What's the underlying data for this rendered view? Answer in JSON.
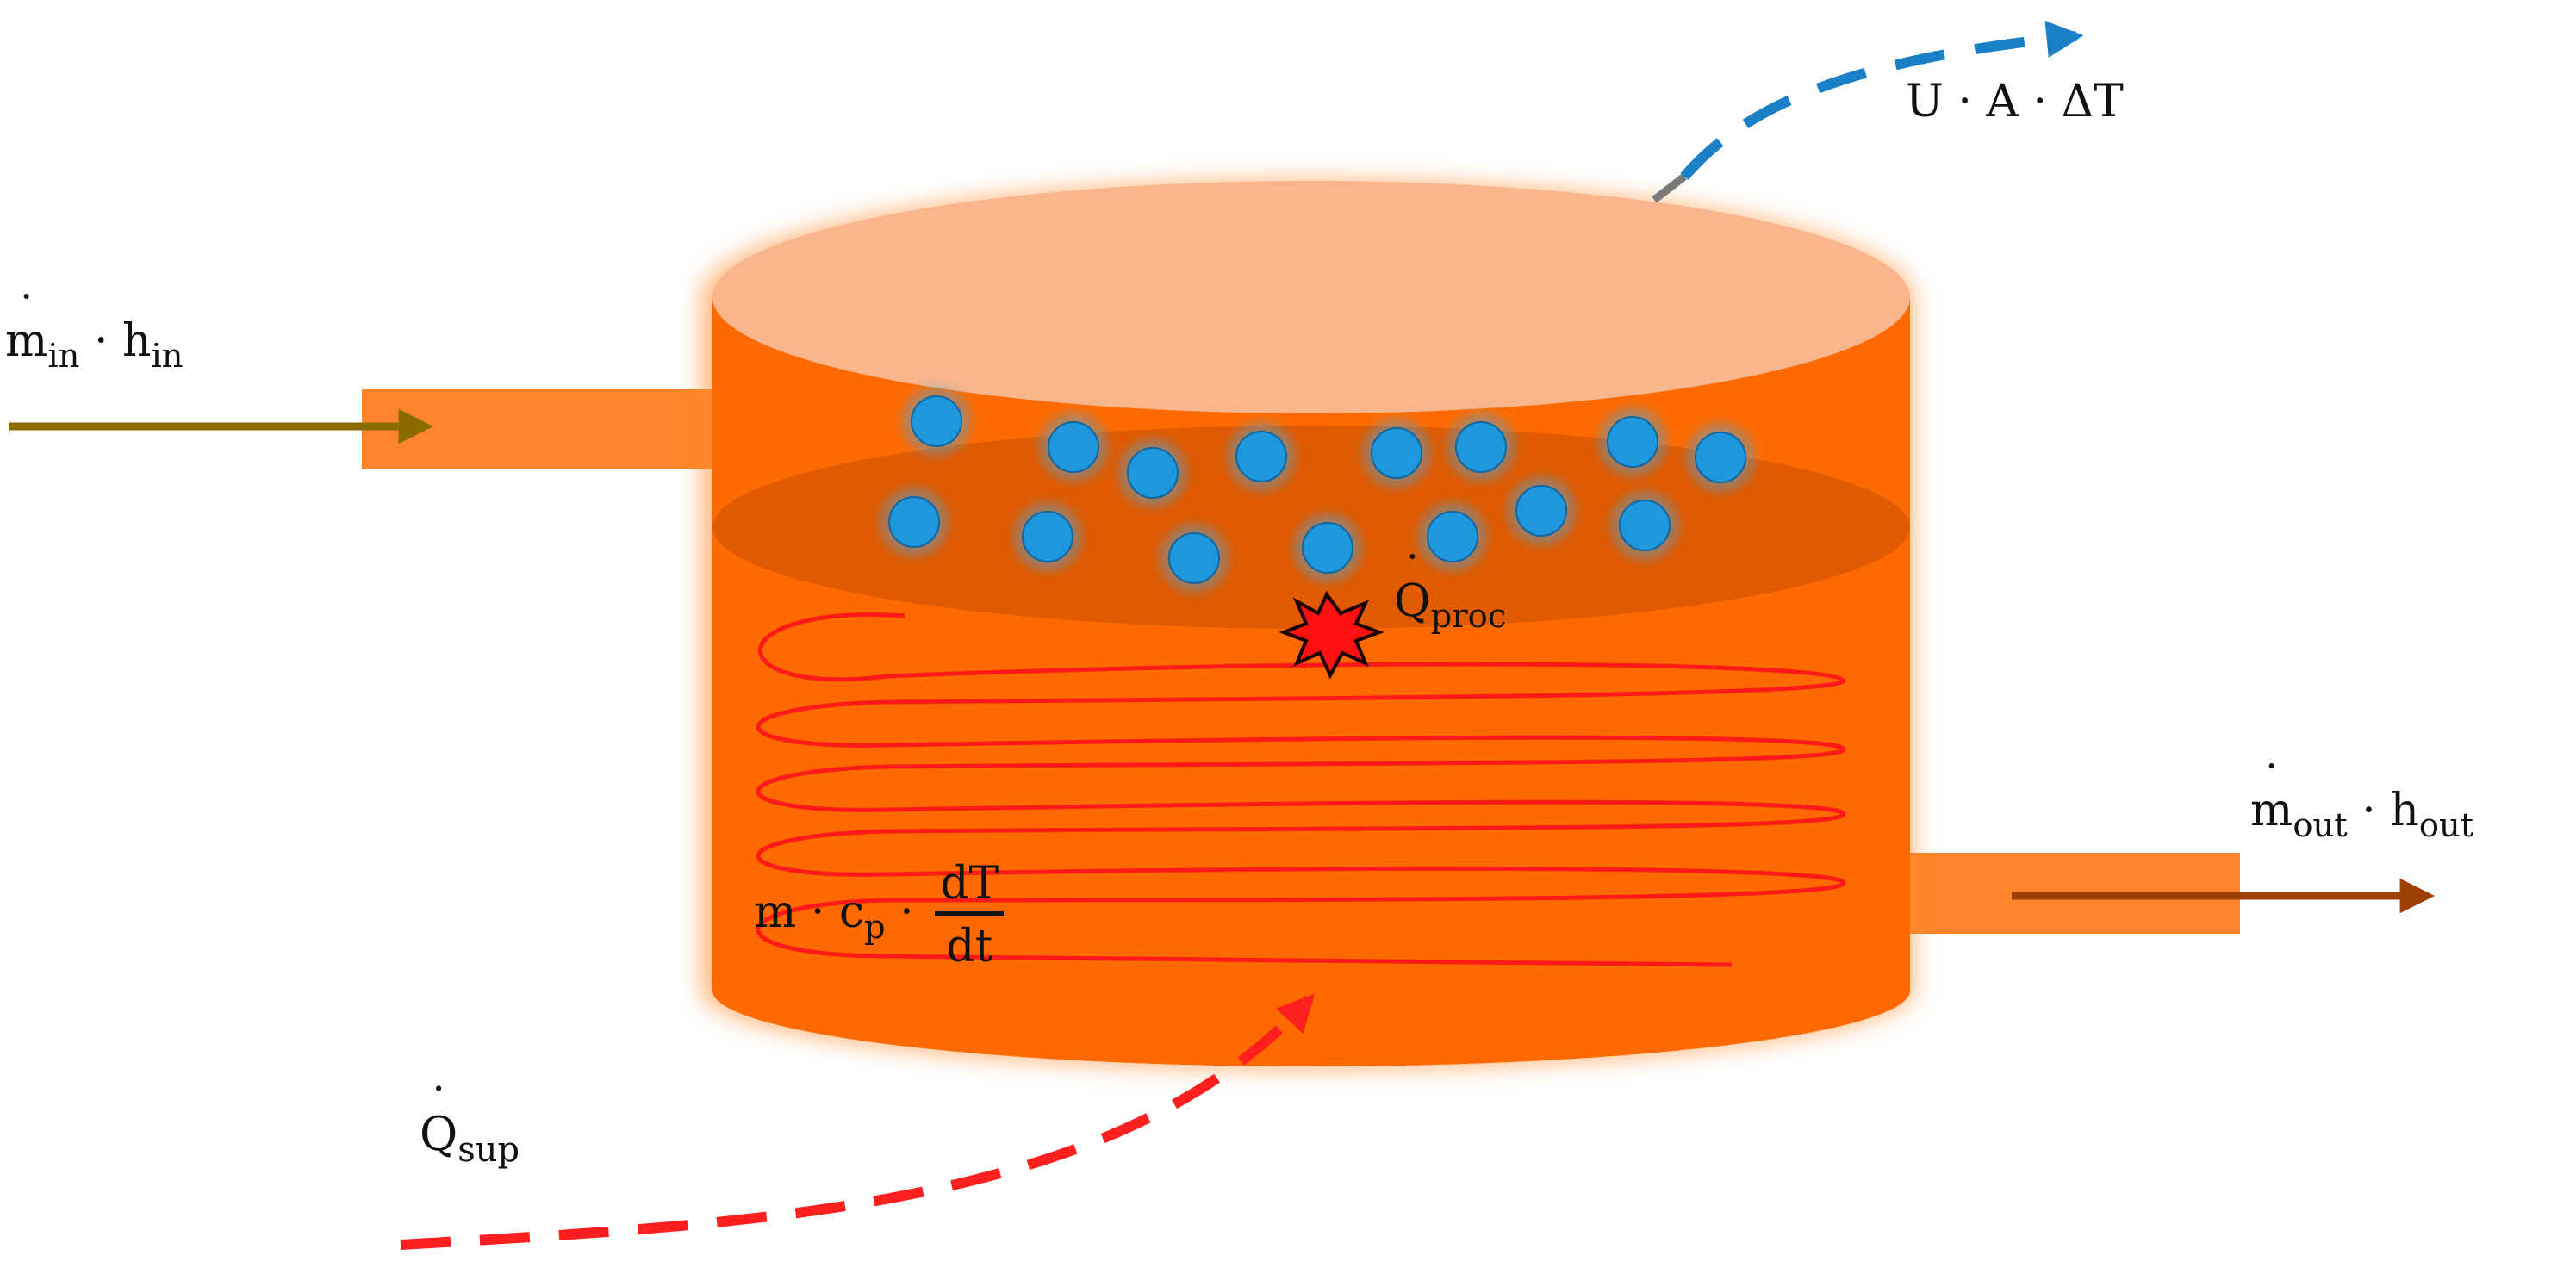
{
  "labels": {
    "mass_in": {
      "symbol": "m",
      "sub": "in",
      "op": "·",
      "symbol2": "h",
      "sub2": "in"
    },
    "mass_out": {
      "symbol": "m",
      "sub": "out",
      "op": "·",
      "symbol2": "h",
      "sub2": "out"
    },
    "heat_loss": "U · A · ΔT",
    "q_proc": {
      "symbol": "Q",
      "sub": "proc"
    },
    "q_sup": {
      "symbol": "Q",
      "sub": "sup"
    },
    "storage": {
      "m": "m",
      "op1": "·",
      "c": "c",
      "c_sub": "p",
      "op2": "·",
      "num": "dT",
      "den": "dt"
    }
  },
  "colors": {
    "tank_body": "#ff6a00",
    "tank_lid": "#f9b58b",
    "liquid_surface": "#e05a00",
    "bubble": "#1f97dc",
    "coil": "#ff1a1a",
    "inlet_arrow": "#8b6a00",
    "outlet_arrow": "#a04000",
    "heat_loss_arrow": "#1a7fc7",
    "supply_arrow": "#ff1f1f",
    "spark": "#ff1010"
  },
  "icons": {
    "bubbles": "bubble-icon",
    "spark": "spark-icon"
  }
}
